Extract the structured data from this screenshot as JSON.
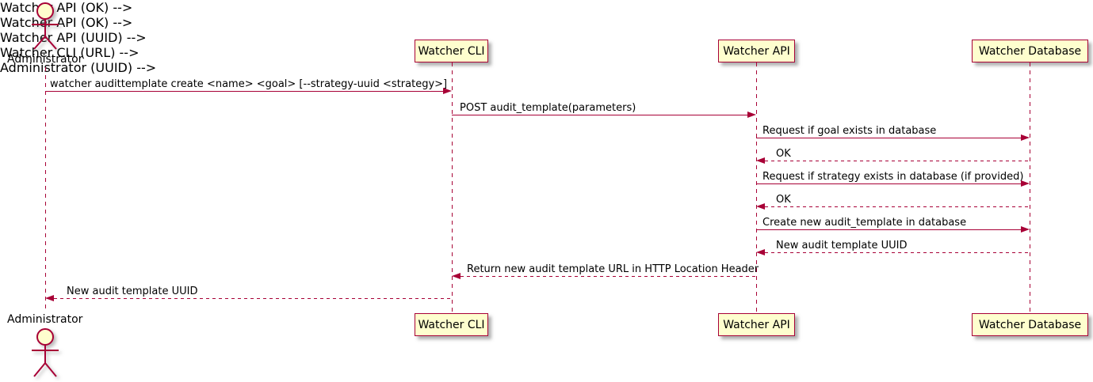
{
  "diagram": {
    "type": "sequence",
    "actors": [
      {
        "name": "Administrator",
        "kind": "actor"
      },
      {
        "name": "Watcher CLI",
        "kind": "participant"
      },
      {
        "name": "Watcher API",
        "kind": "participant"
      },
      {
        "name": "Watcher Database",
        "kind": "participant"
      }
    ],
    "messages": [
      {
        "from": "Administrator",
        "to": "Watcher CLI",
        "style": "solid",
        "text": "watcher audittemplate create <name> <goal> [--strategy-uuid <strategy>]"
      },
      {
        "from": "Watcher CLI",
        "to": "Watcher API",
        "style": "solid",
        "text": "POST audit_template(parameters)"
      },
      {
        "from": "Watcher API",
        "to": "Watcher Database",
        "style": "solid",
        "text": "Request if goal exists in database"
      },
      {
        "from": "Watcher Database",
        "to": "Watcher API",
        "style": "dashed",
        "text": "OK"
      },
      {
        "from": "Watcher API",
        "to": "Watcher Database",
        "style": "solid",
        "text": "Request if strategy exists in database (if provided)"
      },
      {
        "from": "Watcher Database",
        "to": "Watcher API",
        "style": "dashed",
        "text": "OK"
      },
      {
        "from": "Watcher API",
        "to": "Watcher Database",
        "style": "solid",
        "text": "Create new audit_template in database"
      },
      {
        "from": "Watcher Database",
        "to": "Watcher API",
        "style": "dashed",
        "text": "New audit template UUID"
      },
      {
        "from": "Watcher API",
        "to": "Watcher CLI",
        "style": "dashed",
        "text": "Return new audit template URL in HTTP Location Header"
      },
      {
        "from": "Watcher CLI",
        "to": "Administrator",
        "style": "dashed",
        "text": "New audit template UUID"
      }
    ],
    "colors": {
      "accent": "#A80036",
      "fill": "#FEFECE",
      "text": "#000000",
      "background": "#FFFFFF"
    }
  }
}
